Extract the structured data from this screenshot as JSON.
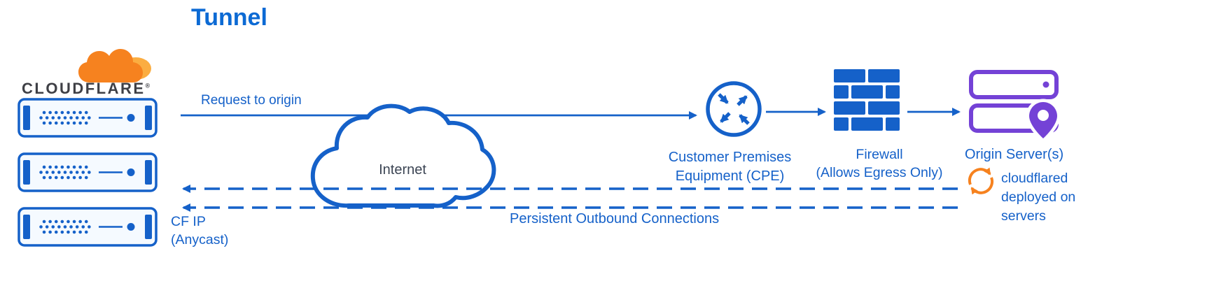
{
  "title": "Tunnel",
  "logo": {
    "brand": "CLOUDFLARE",
    "reg": "®"
  },
  "flows": {
    "request": "Request to origin",
    "persistent": "Persistent Outbound Connections"
  },
  "nodes": {
    "internet": "Internet",
    "cpe": [
      "Customer Premises",
      "Equipment (CPE)"
    ],
    "firewall": [
      "Firewall",
      "(Allows Egress Only)"
    ],
    "origin": "Origin Server(s)",
    "cf_ip": [
      "CF IP",
      "(Anycast)"
    ],
    "cloudflared": [
      "cloudflared",
      "deployed on",
      "servers"
    ]
  },
  "icons": {
    "cloudflare_logo": "orange-cloud",
    "edge_servers": "server-stack-x3",
    "internet": "cloud-outline",
    "cpe": "router-circle-arrows",
    "firewall": "brick-wall",
    "origin": "server-stack-location-pin",
    "cloudflared": "sync-arrows"
  },
  "colors": {
    "blue": "#1561c9",
    "blue_bright": "#0c6ad4",
    "orange": "#f6821f",
    "orange_light": "#fbad41",
    "purple": "#7442d6",
    "text_dark": "#3f4046",
    "internet_text": "#3c4554"
  }
}
